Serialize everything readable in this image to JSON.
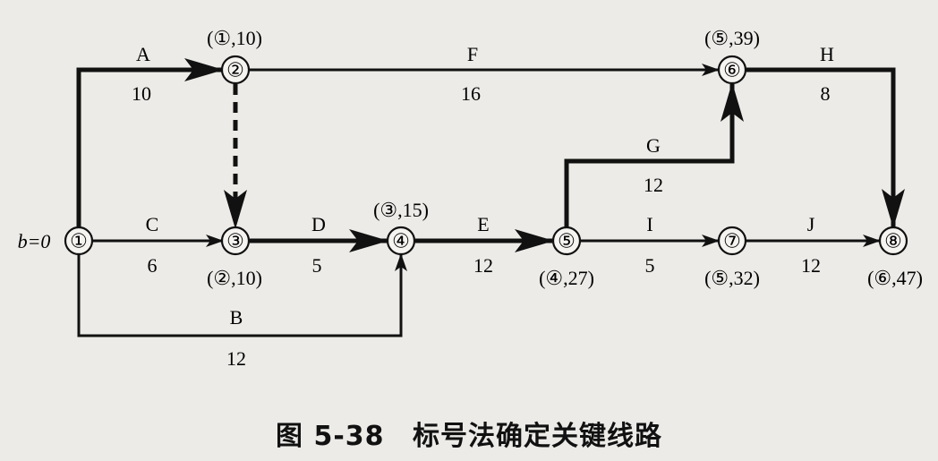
{
  "diagram": {
    "start_label": "b=0",
    "caption": {
      "number": "图 5-38",
      "text": "标号法确定关键线路"
    },
    "nodes": [
      {
        "id": "1",
        "glyph": "①",
        "mark": ""
      },
      {
        "id": "2",
        "glyph": "②",
        "mark": "(①,10)"
      },
      {
        "id": "3",
        "glyph": "③",
        "mark": "(②,10)"
      },
      {
        "id": "4",
        "glyph": "④",
        "mark": "(③,15)"
      },
      {
        "id": "5",
        "glyph": "⑤",
        "mark": "(④,27)"
      },
      {
        "id": "6",
        "glyph": "⑥",
        "mark": "(⑤,39)"
      },
      {
        "id": "7",
        "glyph": "⑦",
        "mark": "(⑤,32)"
      },
      {
        "id": "8",
        "glyph": "⑧",
        "mark": "(⑥,47)"
      }
    ],
    "edges": [
      {
        "id": "A",
        "from": "1",
        "to": "2",
        "name": "A",
        "duration": "10",
        "critical": true
      },
      {
        "id": "B",
        "from": "1",
        "to": "4",
        "name": "B",
        "duration": "12",
        "critical": false
      },
      {
        "id": "C",
        "from": "1",
        "to": "3",
        "name": "C",
        "duration": "6",
        "critical": false
      },
      {
        "id": "D",
        "from": "3",
        "to": "4",
        "name": "D",
        "duration": "5",
        "critical": true
      },
      {
        "id": "E",
        "from": "4",
        "to": "5",
        "name": "E",
        "duration": "12",
        "critical": true
      },
      {
        "id": "F",
        "from": "2",
        "to": "6",
        "name": "F",
        "duration": "16",
        "critical": false
      },
      {
        "id": "G",
        "from": "5",
        "to": "6",
        "name": "G",
        "duration": "12",
        "critical": true
      },
      {
        "id": "H",
        "from": "6",
        "to": "8",
        "name": "H",
        "duration": "8",
        "critical": true
      },
      {
        "id": "I",
        "from": "5",
        "to": "7",
        "name": "I",
        "duration": "5",
        "critical": false
      },
      {
        "id": "J",
        "from": "7",
        "to": "8",
        "name": "J",
        "duration": "12",
        "critical": false
      },
      {
        "id": "dummy",
        "from": "2",
        "to": "3",
        "name": "",
        "duration": "",
        "critical": true,
        "dummy": true
      }
    ]
  }
}
